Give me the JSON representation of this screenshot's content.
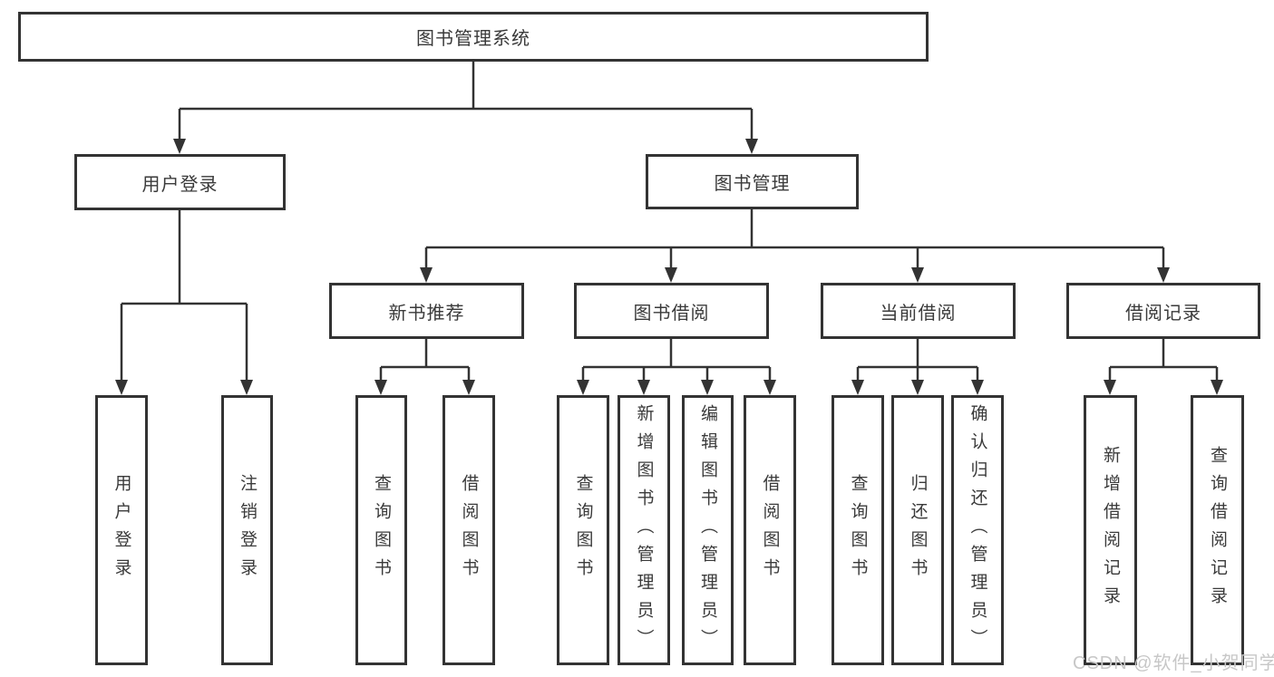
{
  "tree": {
    "root": {
      "label": "图书管理系统"
    },
    "branches": [
      {
        "label": "用户登录",
        "children": [
          {
            "label": "用户登录"
          },
          {
            "label": "注销登录"
          }
        ]
      },
      {
        "label": "图书管理",
        "children": [
          {
            "label": "新书推荐",
            "children": [
              {
                "label": "查询图书"
              },
              {
                "label": "借阅图书"
              }
            ]
          },
          {
            "label": "图书借阅",
            "children": [
              {
                "label": "查询图书"
              },
              {
                "label": "新增图书（管理员）"
              },
              {
                "label": "编辑图书（管理员）"
              },
              {
                "label": "借阅图书"
              }
            ]
          },
          {
            "label": "当前借阅",
            "children": [
              {
                "label": "查询图书"
              },
              {
                "label": "归还图书"
              },
              {
                "label": "确认归还（管理员）"
              }
            ]
          },
          {
            "label": "借阅记录",
            "children": [
              {
                "label": "新增借阅记录"
              },
              {
                "label": "查询借阅记录"
              }
            ]
          }
        ]
      }
    ]
  },
  "watermark": "CSDN @软件_小贺同学",
  "colors": {
    "line": "#333333",
    "box_border": "#333333",
    "text": "#3a3a3a",
    "watermark": "#c7c7c7",
    "background": "#ffffff"
  }
}
